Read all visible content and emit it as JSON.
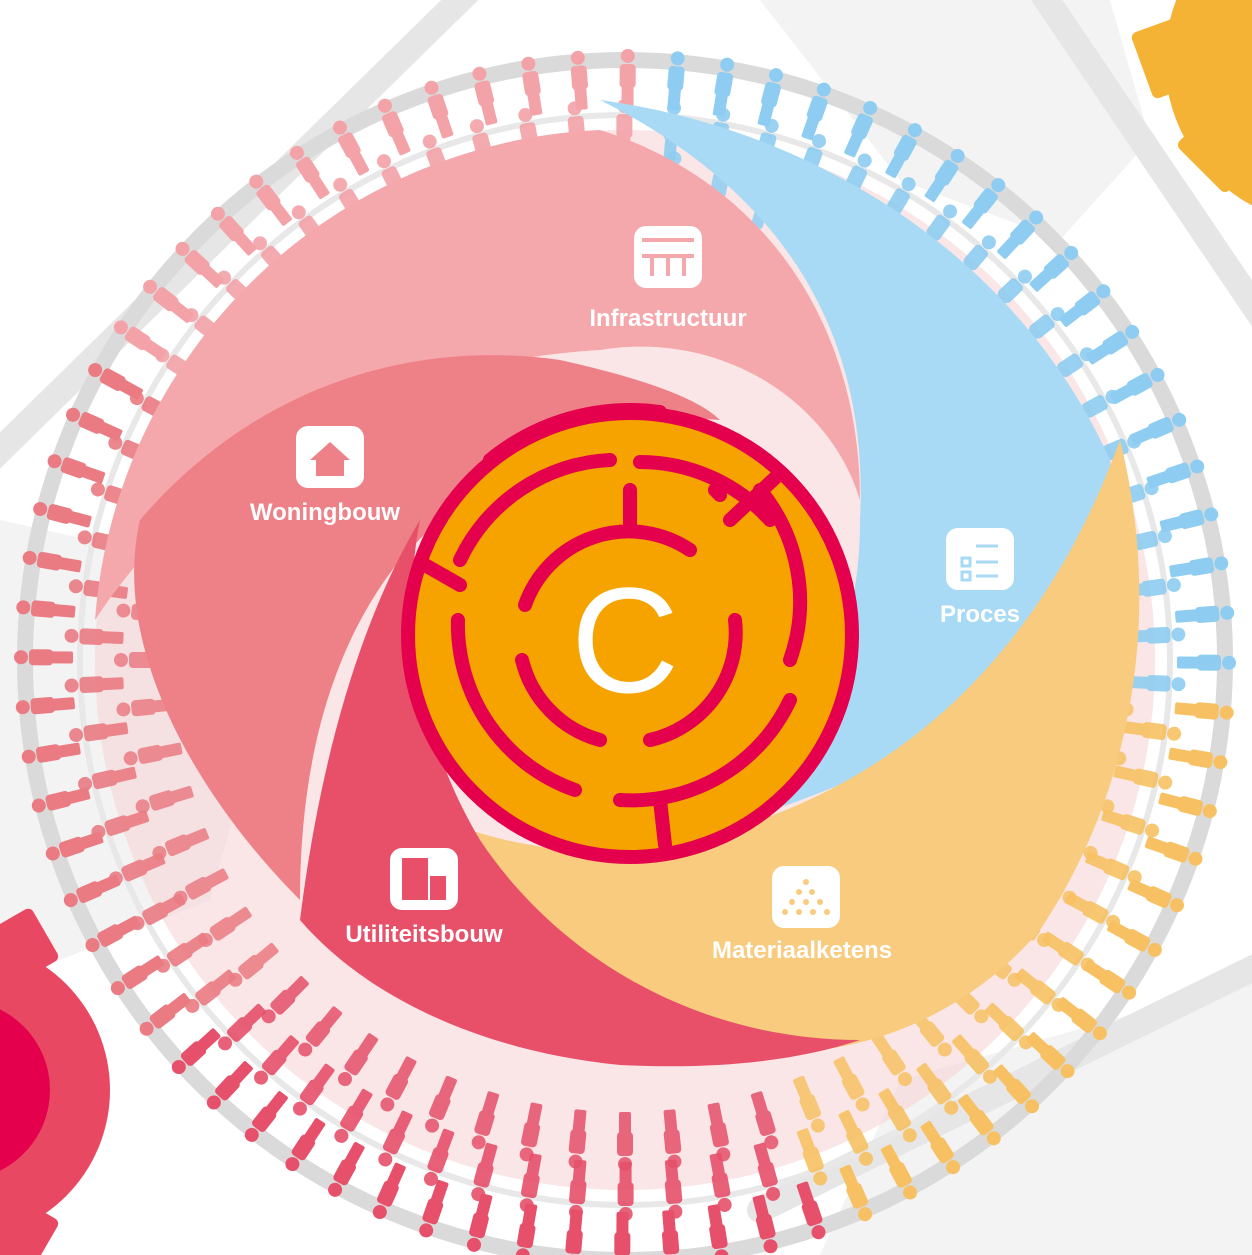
{
  "segments": [
    {
      "key": "infrastructuur",
      "label": "Infrastructuur",
      "icon": "bridge-icon",
      "color": "#F4A8AC",
      "people_color": "#F3A3A8"
    },
    {
      "key": "proces",
      "label": "Proces",
      "icon": "checklist-icon",
      "color": "#9FD4F2",
      "people_color": "#8ECDF1"
    },
    {
      "key": "materiaalketens",
      "label": "Materiaalketens",
      "icon": "granules-icon",
      "color": "#F8C877",
      "people_color": "#F7C163"
    },
    {
      "key": "utiliteitsbouw",
      "label": "Utiliteitsbouw",
      "icon": "office-building-icon",
      "color": "#E84D68",
      "people_color": "#E6506A"
    },
    {
      "key": "woningbouw",
      "label": "Woningbouw",
      "icon": "house-icon",
      "color": "#EE7F86",
      "people_color": "#EA7B82"
    }
  ],
  "center": {
    "letter": "C",
    "icon": "maze-icon",
    "fill": "#F6A300",
    "stroke": "#E5004D"
  },
  "decor": {
    "gear_red": "#E94862",
    "gear_orange": "#F5B335",
    "ring_grey": "#DADADA"
  }
}
